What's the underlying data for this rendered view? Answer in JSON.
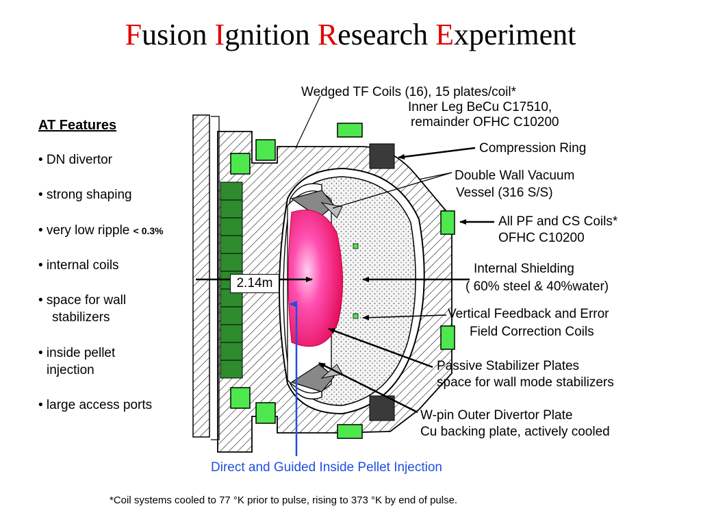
{
  "title": {
    "words": [
      {
        "cap": "F",
        "rest": "usion"
      },
      {
        "cap": "I",
        "rest": "gnition"
      },
      {
        "cap": "R",
        "rest": "esearch"
      },
      {
        "cap": "E",
        "rest": "xperiment"
      }
    ],
    "cap_color": "#e00000"
  },
  "features": {
    "heading": "AT Features",
    "items": [
      "• DN divertor",
      "• strong shaping",
      "• very low ripple",
      "• internal coils",
      "• space for wall",
      "stabilizers",
      "• inside pellet",
      "injection",
      "• large access ports"
    ],
    "ripple_value": "< 0.3%"
  },
  "labels": {
    "tf_coils_1": "Wedged TF Coils (16), 15 plates/coil*",
    "tf_coils_2": "Inner Leg BeCu C17510,",
    "tf_coils_3": "remainder OFHC C10200",
    "compression_ring": "Compression Ring",
    "vacuum_vessel_1": "Double Wall Vacuum",
    "vacuum_vessel_2": "Vessel   (316 S/S)",
    "pf_cs_1": "All PF and CS Coils*",
    "pf_cs_2": "OFHC C10200",
    "shielding_1": "Internal Shielding",
    "shielding_2": "( 60% steel & 40%water)",
    "feedback_1": "Vertical Feedback and Error",
    "feedback_2": "Field Correction Coils",
    "stabilizer_1": "Passive Stabilizer Plates",
    "stabilizer_2": "space for wall mode stabilizers",
    "divertor_1": "W-pin Outer Divertor Plate",
    "divertor_2": "Cu backing plate, actively cooled",
    "pellet": "Direct and Guided Inside Pellet Injection",
    "radius": "2.14m"
  },
  "footnote": "*Coil systems cooled to 77 °K prior to pulse, rising to 373 °K by end of pulse.",
  "colors": {
    "coil_green": "#4ee84e",
    "cs_green": "#2e8b2e",
    "ring_gray": "#3a3a3a",
    "plasma_center": "#ff4fb0",
    "plasma_edge": "#e0004a",
    "pellet_blue": "#1f4fe0"
  }
}
